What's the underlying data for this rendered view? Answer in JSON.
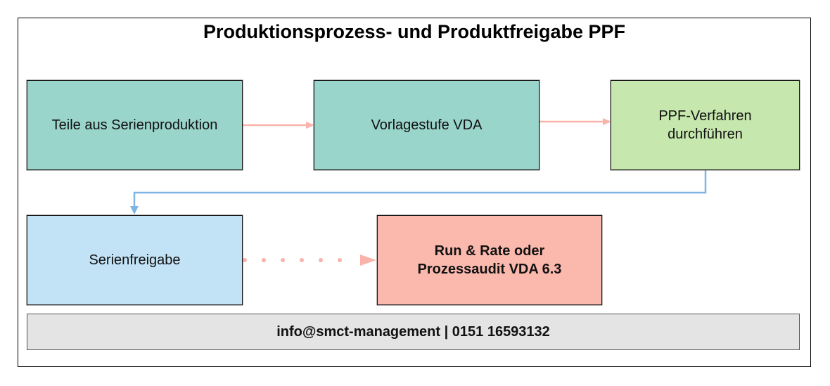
{
  "title": "Produktionsprozess- und Produktfreigabe PPF",
  "colors": {
    "teal": "#9ad5cb",
    "green": "#c6e7ad",
    "light_blue": "#c2e2f5",
    "salmon": "#fbb9ae",
    "footer_gray": "#e4e4e4",
    "arrow_pink": "#f9b3ab",
    "arrow_blue": "#7fb5e2"
  },
  "nodes": [
    {
      "id": "n1",
      "lines": [
        "Teile aus Serienproduktion"
      ],
      "color": "teal",
      "bold": false
    },
    {
      "id": "n2",
      "lines": [
        "Vorlagestufe VDA"
      ],
      "color": "teal",
      "bold": false
    },
    {
      "id": "n3",
      "lines": [
        "PPF-Verfahren",
        "durchführen"
      ],
      "color": "green",
      "bold": false
    },
    {
      "id": "n4",
      "lines": [
        "Serienfreigabe"
      ],
      "color": "light_blue",
      "bold": false
    },
    {
      "id": "n5",
      "lines": [
        "Run & Rate oder",
        "Prozessaudit VDA 6.3"
      ],
      "color": "salmon",
      "bold": true
    }
  ],
  "edges": [
    {
      "from": "n1",
      "to": "n2",
      "style": "solid",
      "color": "arrow_pink"
    },
    {
      "from": "n2",
      "to": "n3",
      "style": "solid",
      "color": "arrow_pink"
    },
    {
      "from": "n3",
      "to": "n4",
      "style": "elbow",
      "color": "arrow_blue"
    },
    {
      "from": "n4",
      "to": "n5",
      "style": "dotted",
      "color": "arrow_pink"
    }
  ],
  "footer": "info@smct-management | 0151 16593132"
}
